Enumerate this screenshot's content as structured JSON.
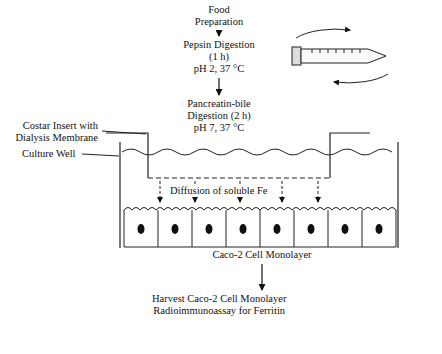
{
  "diagram": {
    "nodes": [
      {
        "text": [
          "Food Preparation"
        ]
      },
      {
        "text": [
          "Pepsin Digestion (1 h)",
          "pH 2, 37 °C"
        ]
      },
      {
        "text": [
          "Pancreatin-bile Digestion (2 h)",
          "pH 7, 37 °C"
        ]
      },
      {
        "text": [
          "Caco-2 Cell Monolayer"
        ]
      },
      {
        "text": [
          "Harvest Caco-2 Cell Monolayer",
          "Radioimmunoassay for Ferritin"
        ]
      }
    ],
    "edges": [
      {
        "from": 0,
        "to": 1,
        "arrow": "to"
      },
      {
        "from": 1,
        "to": 2,
        "arrow": "to"
      },
      {
        "from": 3,
        "to": 4,
        "arrow": "to"
      }
    ],
    "labels": [
      "Costar Insert with Dialysis Membrane",
      "Culture Well",
      "Diffusion of soluble Fe"
    ]
  }
}
